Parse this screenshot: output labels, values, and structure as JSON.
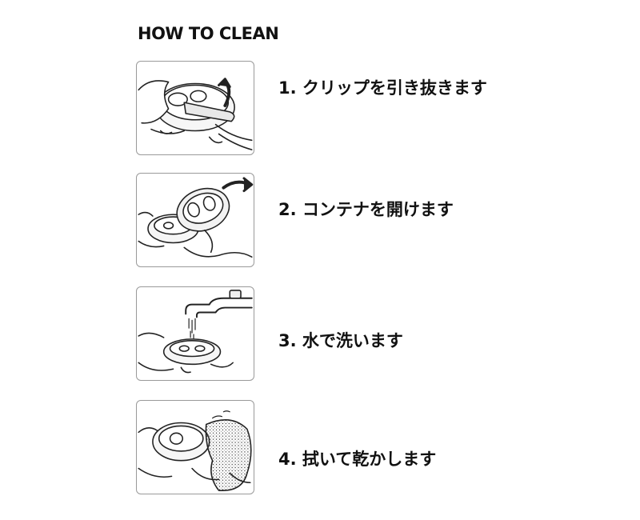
{
  "title": "HOW TO CLEAN",
  "steps": [
    {
      "text": "1. クリップを引き抜きます",
      "icon": "pull-clip-illustration"
    },
    {
      "text": "2. コンテナを開けます",
      "icon": "open-container-illustration"
    },
    {
      "text": "3. 水で洗います",
      "icon": "wash-with-water-illustration"
    },
    {
      "text": "4. 拭いて乾かします",
      "icon": "wipe-and-dry-illustration"
    }
  ]
}
